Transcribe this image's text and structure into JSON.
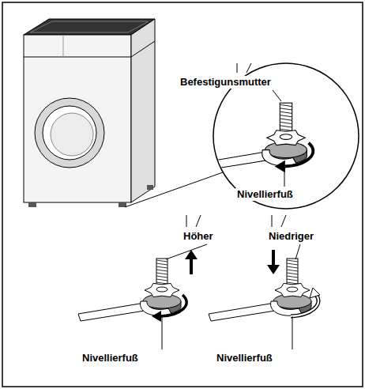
{
  "diagram": {
    "labels": [
      "Befestigunsmutter",
      "Nivellierfuß",
      "Höher",
      "Nivellierfuß",
      "Niedriger",
      "Nivellierfuß"
    ]
  }
}
